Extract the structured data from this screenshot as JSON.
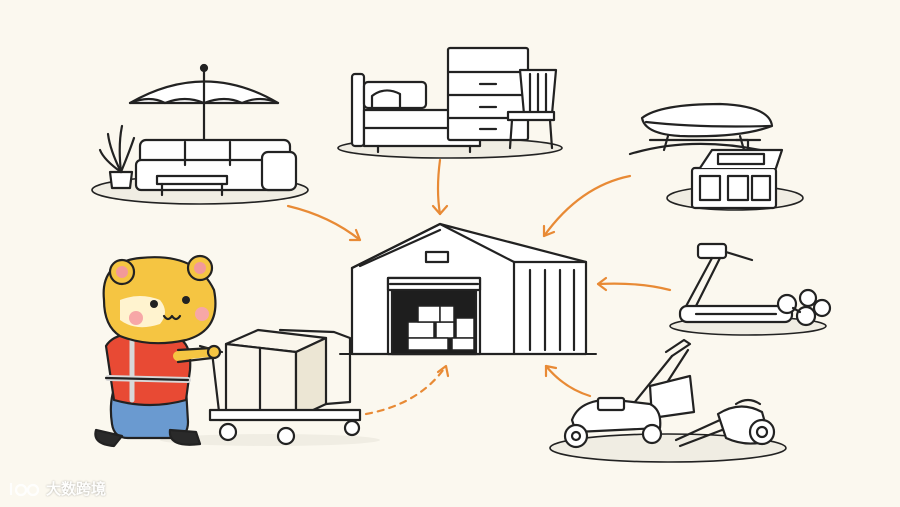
{
  "scene": {
    "background": "#fbf8ef",
    "ink": "#222222",
    "arrow_color": "#e88a35",
    "center": "storage-warehouse",
    "items": [
      "patio-furniture",
      "bedroom-furniture",
      "roof-box-and-toolbox",
      "treadmill-and-dumbbells",
      "lawn-mower-and-leaf-blower",
      "hamster-mover-with-cart"
    ]
  },
  "watermark": {
    "logo": "kjb-logo",
    "text": "大数跨境"
  }
}
